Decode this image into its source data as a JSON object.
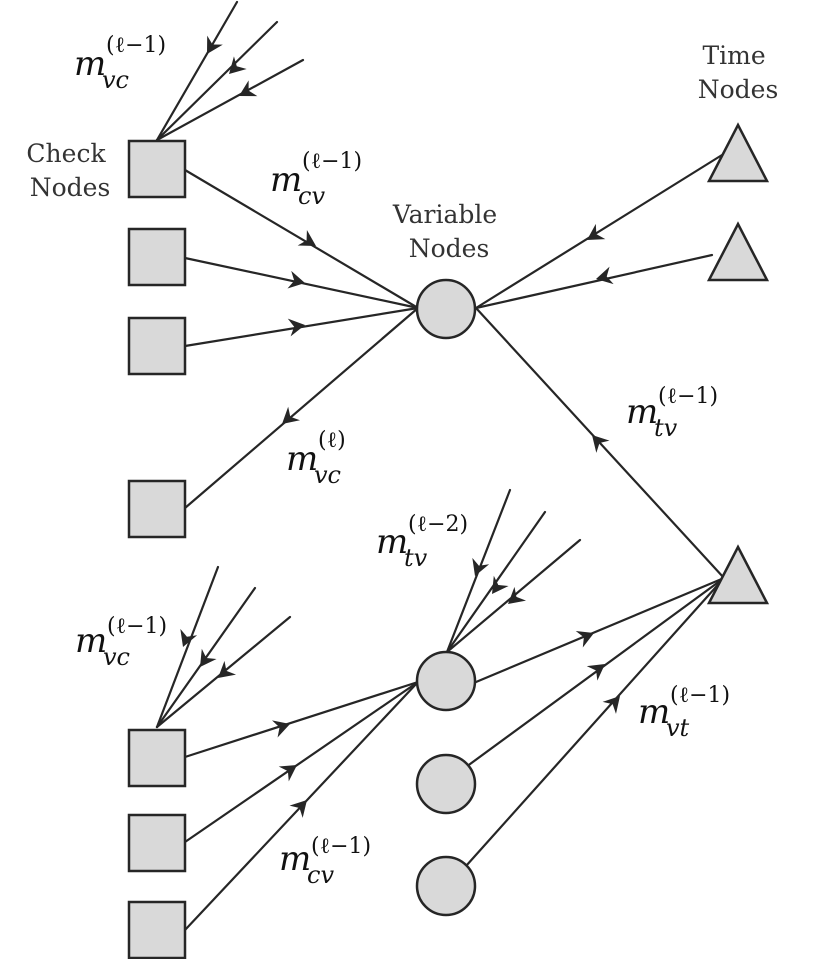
{
  "labels": {
    "check_nodes": [
      "Check",
      "Nodes"
    ],
    "variable_nodes": [
      "Variable",
      "Nodes"
    ],
    "time_nodes": [
      "Time",
      "Nodes"
    ]
  },
  "messages": {
    "m_vc_top": {
      "base": "m",
      "sub": "vc",
      "sup": "(ℓ−1)"
    },
    "m_cv_top": {
      "base": "m",
      "sub": "cv",
      "sup": "(ℓ−1)"
    },
    "m_vc_out": {
      "base": "m",
      "sub": "vc",
      "sup": "(ℓ)"
    },
    "m_tv_mid": {
      "base": "m",
      "sub": "tv",
      "sup": "(ℓ−1)"
    },
    "m_tv_bot": {
      "base": "m",
      "sub": "tv",
      "sup": "(ℓ−2)"
    },
    "m_vc_bot": {
      "base": "m",
      "sub": "vc",
      "sup": "(ℓ−1)"
    },
    "m_vt_bot": {
      "base": "m",
      "sub": "vt",
      "sup": "(ℓ−1)"
    },
    "m_cv_bot": {
      "base": "m",
      "sub": "cv",
      "sup": "(ℓ−1)"
    }
  },
  "colors": {
    "node_fill": "#d9d9d9",
    "stroke": "#262626"
  }
}
